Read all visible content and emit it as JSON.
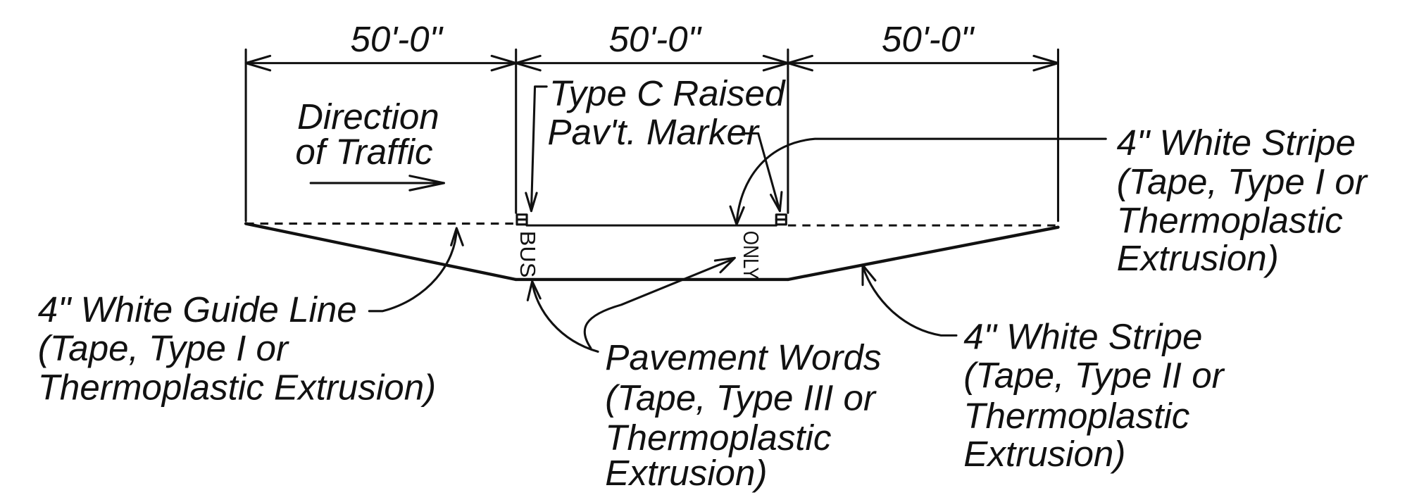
{
  "dimensions": {
    "left": "50'-0\"",
    "middle": "50'-0\"",
    "right": "50'-0\""
  },
  "direction": {
    "line1": "Direction",
    "line2": "of Traffic"
  },
  "marker": {
    "line1": "Type C Raised",
    "line2": "Pav't. Marker"
  },
  "pavement_text": {
    "bus": "BUS",
    "only": "ONLY"
  },
  "stripe_type1": {
    "line1": "4\" White Stripe",
    "line2": "(Tape, Type I or",
    "line3": "Thermoplastic",
    "line4": "Extrusion)"
  },
  "guide_line": {
    "line1": "4\" White Guide Line",
    "line2": "(Tape, Type I or",
    "line3": "Thermoplastic Extrusion)"
  },
  "pavement_words": {
    "line1": "Pavement Words",
    "line2": "(Tape, Type III or",
    "line3": "Thermoplastic",
    "line4": "Extrusion)"
  },
  "stripe_type2": {
    "line1": "4\" White Stripe",
    "line2": "(Tape, Type II or",
    "line3": "Thermoplastic",
    "line4": "Extrusion)"
  }
}
